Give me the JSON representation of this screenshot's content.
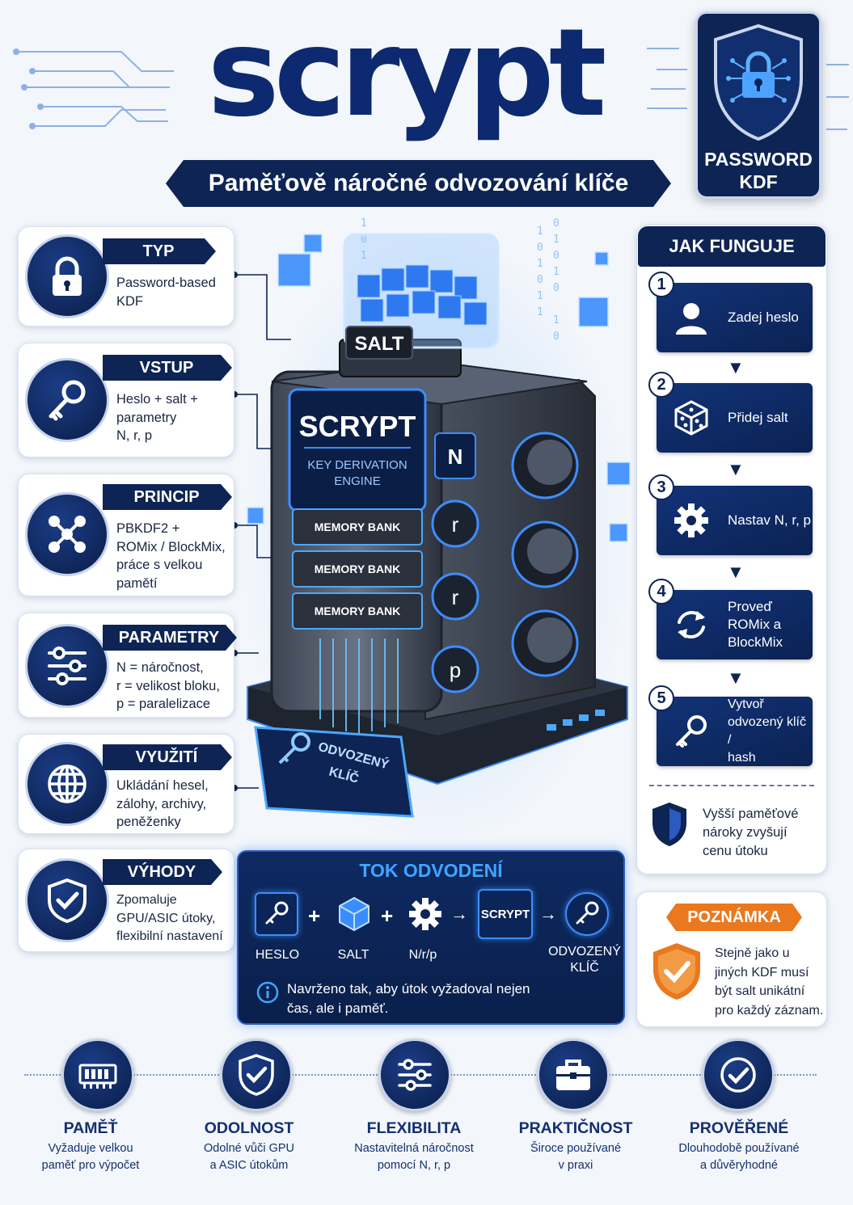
{
  "header": {
    "title": "scrypt",
    "subtitle": "Paměťově náročné odvozování klíče",
    "badge_line1": "PASSWORD",
    "badge_line2": "KDF"
  },
  "cards": [
    {
      "label": "TYP",
      "icon": "lock-icon",
      "text": [
        "Password-based",
        "KDF"
      ]
    },
    {
      "label": "VSTUP",
      "icon": "key-icon",
      "text": [
        "Heslo + salt +",
        "parametry",
        "N, r, p"
      ]
    },
    {
      "label": "PRINCIP",
      "icon": "network-icon",
      "text": [
        "PBKDF2 +",
        "ROMix / BlockMix,",
        "práce s velkou",
        "pamětí"
      ]
    },
    {
      "label": "PARAMETRY",
      "icon": "sliders-icon",
      "text": [
        "N = náročnost,",
        "r = velikost bloku,",
        "p = paralelizace"
      ]
    },
    {
      "label": "VYUŽITÍ",
      "icon": "globe-icon",
      "text": [
        "Ukládání hesel,",
        "zálohy, archivy,",
        "peněženky"
      ]
    },
    {
      "label": "VÝHODY",
      "icon": "shield-check-icon",
      "text": [
        "Zpomaluje",
        "GPU/ASIC útoky,",
        "flexibilní nastavení"
      ]
    }
  ],
  "machine": {
    "salt_label": "SALT",
    "name": "SCRYPT",
    "engine_line1": "KEY DERIVATION",
    "engine_line2": "ENGINE",
    "memory_bank": "MEMORY BANK",
    "param_n": "N",
    "param_r": "r",
    "param_p": "p",
    "output_line1": "ODVOZENÝ",
    "output_line2": "KLÍČ"
  },
  "how": {
    "title": "JAK FUNGUJE",
    "steps": [
      {
        "num": "1",
        "icon": "user-icon",
        "text": [
          "Zadej heslo"
        ]
      },
      {
        "num": "2",
        "icon": "dice-icon",
        "text": [
          "Přidej salt"
        ]
      },
      {
        "num": "3",
        "icon": "gear-icon",
        "text": [
          "Nastav N, r, p"
        ]
      },
      {
        "num": "4",
        "icon": "refresh-icon",
        "text": [
          "Proveď",
          "ROMix a",
          "BlockMix"
        ]
      },
      {
        "num": "5",
        "icon": "key-icon",
        "text": [
          "Vytvoř",
          "odvozený klíč /",
          "hash"
        ]
      }
    ],
    "note": [
      "Vyšší paměťové",
      "nároky zvyšují",
      "cenu útoku"
    ]
  },
  "flow": {
    "title": "TOK ODVODENÍ",
    "items": [
      "HESLO",
      "SALT",
      "N/r/p",
      "SCRYPT"
    ],
    "output": [
      "ODVOZENÝ",
      "KLÍČ"
    ],
    "info": [
      "Navrženo tak, aby útok vyžadoval nejen",
      "čas, ale i paměť."
    ]
  },
  "note": {
    "title": "POZNÁMKA",
    "text": [
      "Stejně jako u",
      "jiných KDF musí",
      "být salt unikátní",
      "pro každý záznam."
    ]
  },
  "bottom": [
    {
      "title": "PAMĚŤ",
      "icon": "memory-icon",
      "desc": [
        "Vyžaduje velkou",
        "paměť pro výpočet"
      ]
    },
    {
      "title": "ODOLNOST",
      "icon": "shield-check-icon",
      "desc": [
        "Odolné vůči GPU",
        "a ASIC útokům"
      ]
    },
    {
      "title": "FLEXIBILITA",
      "icon": "sliders-icon",
      "desc": [
        "Nastavitelná náročnost",
        "pomocí N, r, p"
      ]
    },
    {
      "title": "PRAKTIČNOST",
      "icon": "briefcase-icon",
      "desc": [
        "Široce používané",
        "v praxi"
      ]
    },
    {
      "title": "PROVĚŘENÉ",
      "icon": "check-circle-icon",
      "desc": [
        "Dlouhodobě používané",
        "a důvěryhodné"
      ]
    }
  ],
  "colors": {
    "navy": "#0d2454",
    "accent_blue": "#3d8dff",
    "orange": "#e9781e"
  }
}
